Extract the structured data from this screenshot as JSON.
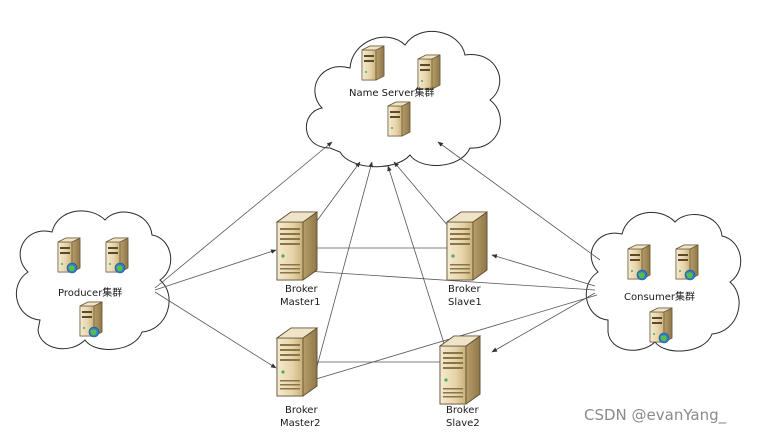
{
  "clusters": {
    "name_server": "Name Server集群",
    "producer": "Producer集群",
    "consumer": "Consumer集群"
  },
  "brokers": {
    "master1": {
      "line1": "Broker",
      "line2": "Master1"
    },
    "slave1": {
      "line1": "Broker",
      "line2": "Slave1"
    },
    "master2": {
      "line1": "Broker",
      "line2": "Master2"
    },
    "slave2": {
      "line1": "Broker",
      "line2": "Slave2"
    }
  },
  "watermark": "CSDN @evanYang_",
  "icons": {
    "small_server": "server-icon",
    "globe_server": "server-globe-icon",
    "big_server": "server-rack-icon"
  },
  "colors": {
    "server_body": "#e8d8b0",
    "server_dark": "#b49b68",
    "globe": "#2a7dd1",
    "line": "#555555"
  }
}
